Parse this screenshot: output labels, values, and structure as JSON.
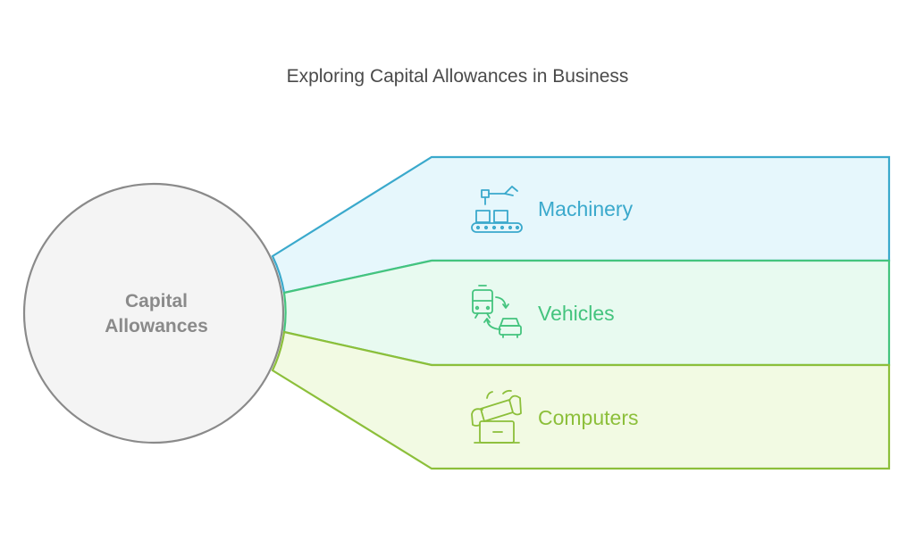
{
  "title": "Exploring Capital Allowances in Business",
  "center": {
    "line1": "Capital",
    "line2": "Allowances"
  },
  "branches": [
    {
      "label": "Machinery",
      "icon": "conveyor-robot-arm-icon",
      "color": "#3aa9cc",
      "fill": "#e6f7fc"
    },
    {
      "label": "Vehicles",
      "icon": "vehicles-exchange-icon",
      "color": "#44c47e",
      "fill": "#e8faf0"
    },
    {
      "label": "Computers",
      "icon": "computer-hands-icon",
      "color": "#8cbf3a",
      "fill": "#f2fae3"
    }
  ]
}
